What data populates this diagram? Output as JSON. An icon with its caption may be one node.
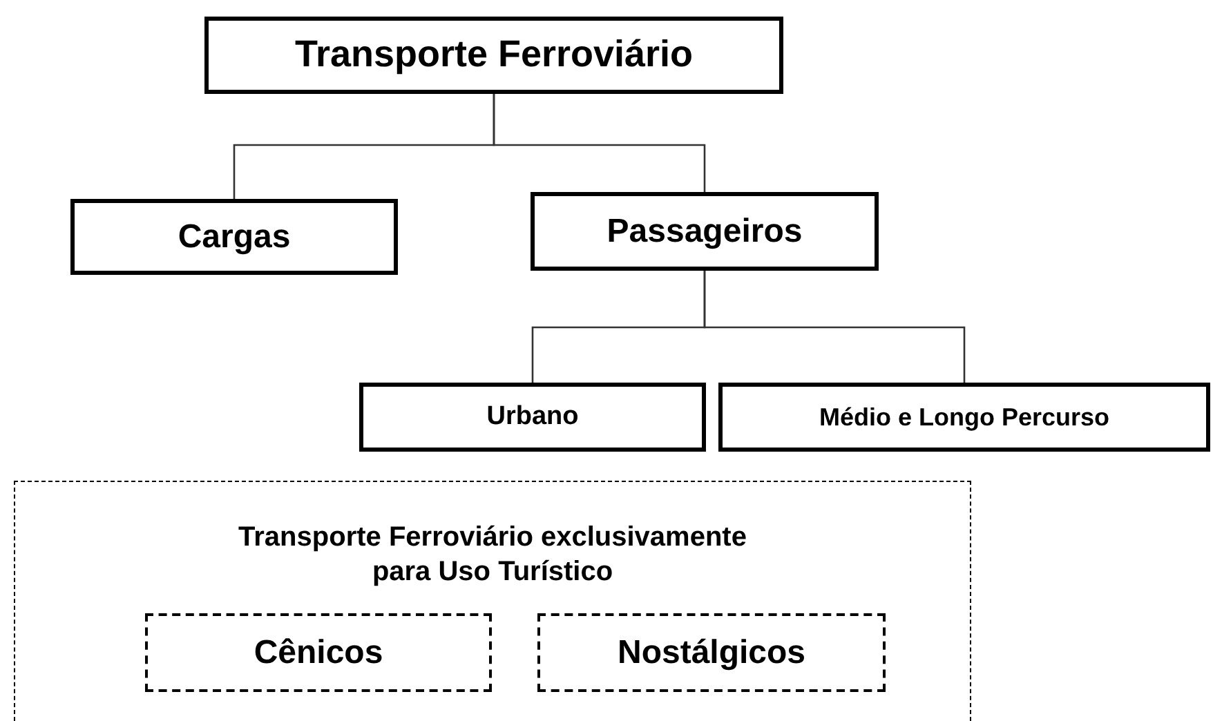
{
  "diagram": {
    "nodes": [
      {
        "text": [
          "Transporte Ferroviário"
        ]
      },
      {
        "text": [
          "Cargas"
        ]
      },
      {
        "text": [
          "Passageiros"
        ]
      },
      {
        "text": [
          "Urbano"
        ]
      },
      {
        "text": [
          "Médio e Longo Percurso"
        ]
      },
      {
        "text": [
          "Transporte Ferroviário exclusivamente para Uso Turístico"
        ]
      },
      {
        "text": [
          "Cênicos"
        ],
        "in": 5
      },
      {
        "text": [
          "Nostálgicos"
        ],
        "in": 5
      }
    ],
    "edges": [
      {
        "from": 0,
        "to": 1,
        "arrow": "none"
      },
      {
        "from": 0,
        "to": 2,
        "arrow": "none"
      },
      {
        "from": 2,
        "to": 3,
        "arrow": "none"
      },
      {
        "from": 2,
        "to": 4,
        "arrow": "none"
      }
    ]
  }
}
